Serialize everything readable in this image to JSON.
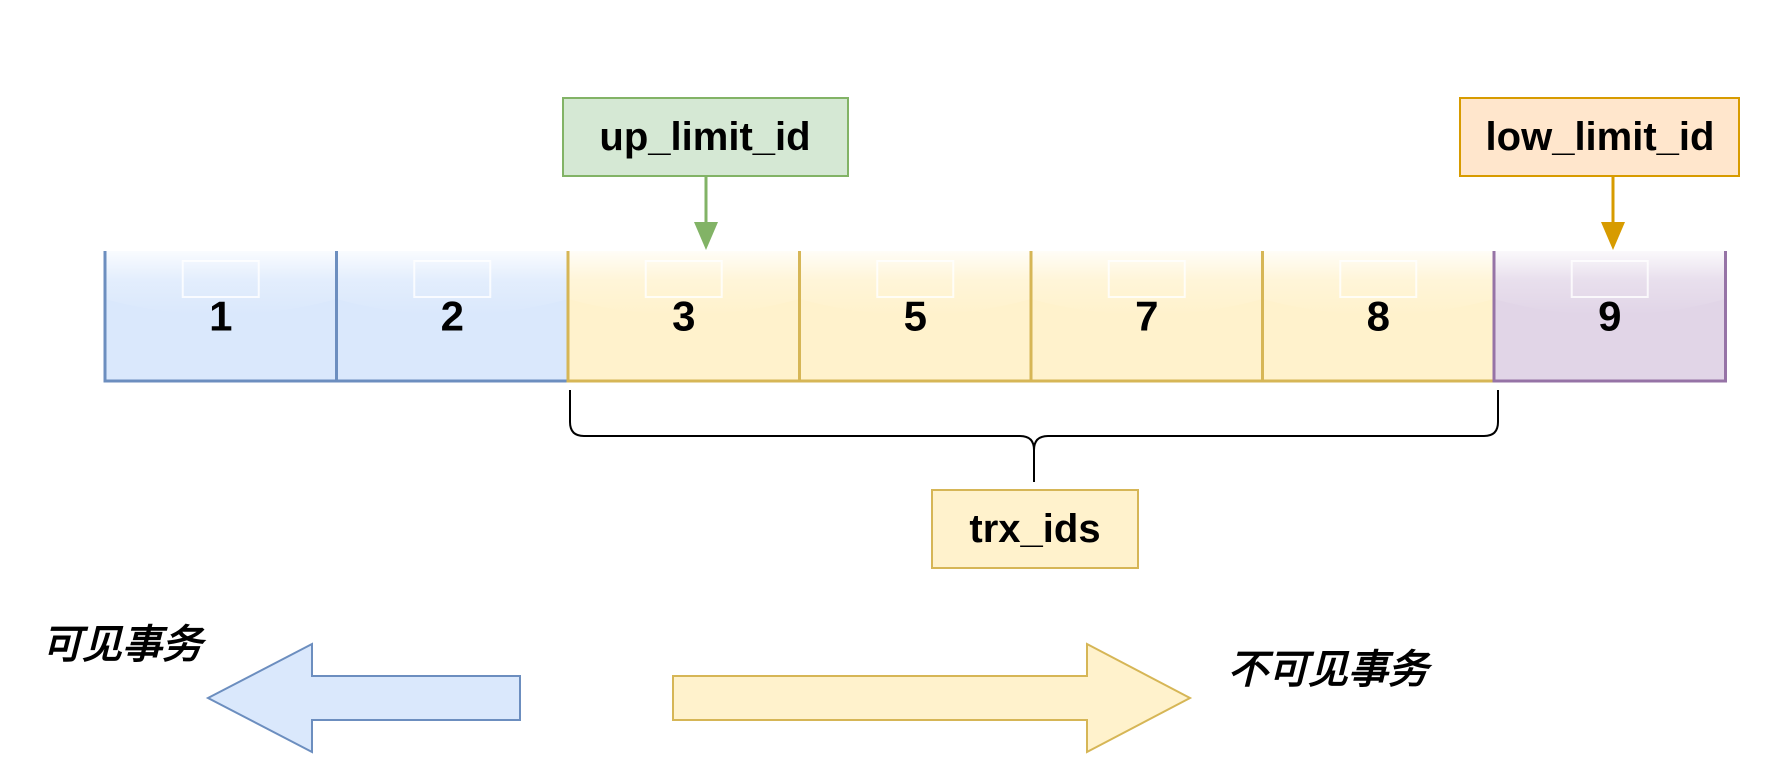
{
  "labels": {
    "up_limit": "up_limit_id",
    "low_limit": "low_limit_id",
    "trx_ids": "trx_ids",
    "visible": "可见事务",
    "invisible": "不可见事务"
  },
  "cells": [
    {
      "id": "1",
      "group": "visible"
    },
    {
      "id": "2",
      "group": "visible"
    },
    {
      "id": "3",
      "group": "active"
    },
    {
      "id": "5",
      "group": "active"
    },
    {
      "id": "7",
      "group": "active"
    },
    {
      "id": "8",
      "group": "active"
    },
    {
      "id": "9",
      "group": "future"
    }
  ],
  "colors": {
    "visible_fill": "#dae8fc",
    "visible_stroke": "#6c8ebf",
    "active_fill": "#fff2cc",
    "active_stroke": "#d6b656",
    "future_fill": "#e1d5e7",
    "future_stroke": "#9673a6",
    "up_limit_fill": "#d5e8d4",
    "up_limit_stroke": "#82b366",
    "low_limit_fill": "#ffe6cc",
    "low_limit_stroke": "#d79b00"
  }
}
